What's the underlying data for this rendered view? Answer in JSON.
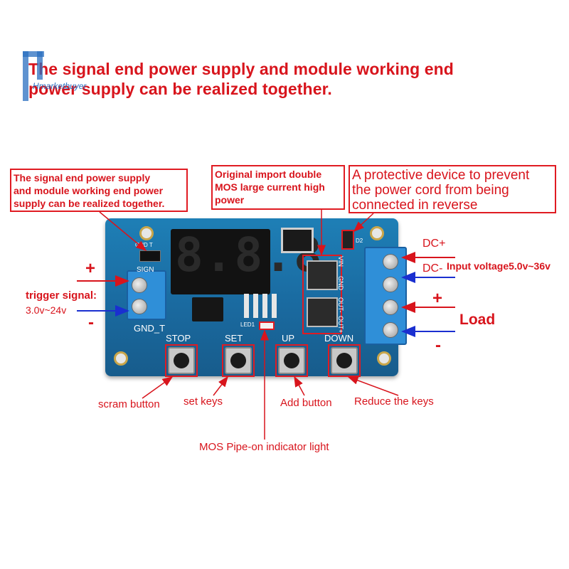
{
  "headline": {
    "line1": "The signal end power supply and module working end",
    "line2": "power supply can be realized together."
  },
  "watermark_text": "Hmarketbuyer",
  "callouts": {
    "signal_power_box": {
      "line1": "The signal end power supply",
      "line2": "and module working end power",
      "line3": "supply can be realized together."
    },
    "mos_box": {
      "line1": "Original import double",
      "line2": "MOS large current high",
      "line3": "power"
    },
    "protect_box": {
      "line1": "A protective device to prevent",
      "line2": "the power cord from being",
      "line3": "connected in reverse"
    }
  },
  "labels": {
    "trigger_plus": "+",
    "trigger_minus": "-",
    "trigger_signal": "trigger signal:",
    "trigger_range": "3.0v~24v",
    "dc_plus": "DC+",
    "dc_minus": "DC-",
    "input_voltage": "Input voltage5.0v~36v",
    "load_plus": "+",
    "load_minus": "-",
    "load": "Load",
    "scram_button": "scram button",
    "set_keys": "set keys",
    "add_button": "Add button",
    "reduce_keys": "Reduce the keys",
    "mos_indicator": "MOS Pipe-on indicator light"
  },
  "board": {
    "display": "8.8.8",
    "btn_stop": "STOP",
    "btn_set": "SET",
    "btn_up": "UP",
    "btn_down": "DOWN",
    "sign": "SIGN",
    "gnd_t": "GND_T",
    "gnd_t_small": "GND T",
    "led1": "LED1",
    "vin": "VIN",
    "gnd": "GND",
    "out_minus": "OUT-",
    "out_plus": "OUT+",
    "d2": "D2"
  },
  "colors": {
    "label_red": "#d8141c",
    "arrow_blue": "#1a2fd0",
    "pcb_blue": "#1a6aa0",
    "terminal_blue": "#2f8fd8"
  }
}
